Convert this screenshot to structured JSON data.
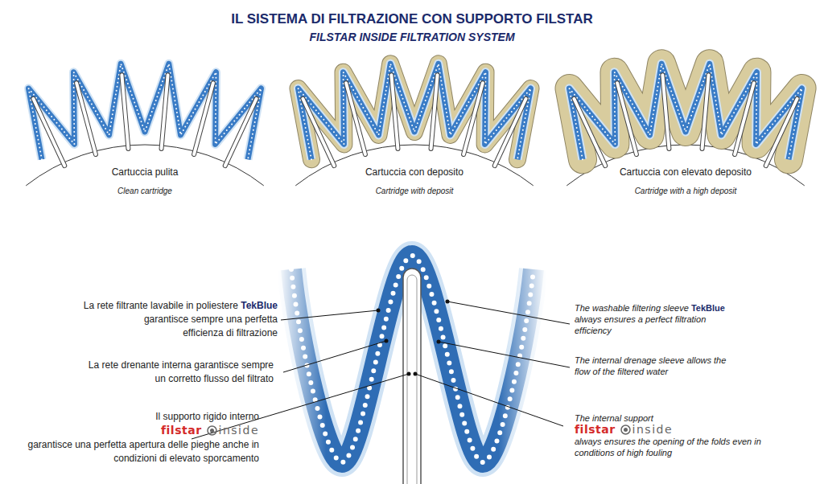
{
  "diagram": {
    "title": "IL SISTEMA DI FILTRAZIONE CON SUPPORTO FILSTAR",
    "labels": [
      "FILSTAR INSIDE FILTRATION SYSTEM",
      "Cartuccia pulita",
      "Clean cartridge",
      "Cartuccia con deposito",
      "Cartridge with deposit",
      "Cartuccia con elevato deposito",
      "Cartridge with a high deposit",
      "La rete filtrante lavabile in poliestere",
      "TekBlue",
      "garantisce sempre una perfetta efficienza di filtrazione",
      "La rete drenante interna garantisce sempre un corretto flusso del filtrato",
      "Il supporto rigido interno",
      "filstar",
      "inside",
      "garantisce una perfetta apertura delle pieghe anche in condizioni di elevato sporcamento",
      "The washable filtering sleeve",
      "TekBlue",
      "always ensures a perfect filtration efficiency",
      "The internal drenage sleeve allows the flow of the filtered water",
      "The internal support",
      "filstar",
      "inside",
      "always ensures the opening of the folds even in conditions of high fouling"
    ]
  }
}
